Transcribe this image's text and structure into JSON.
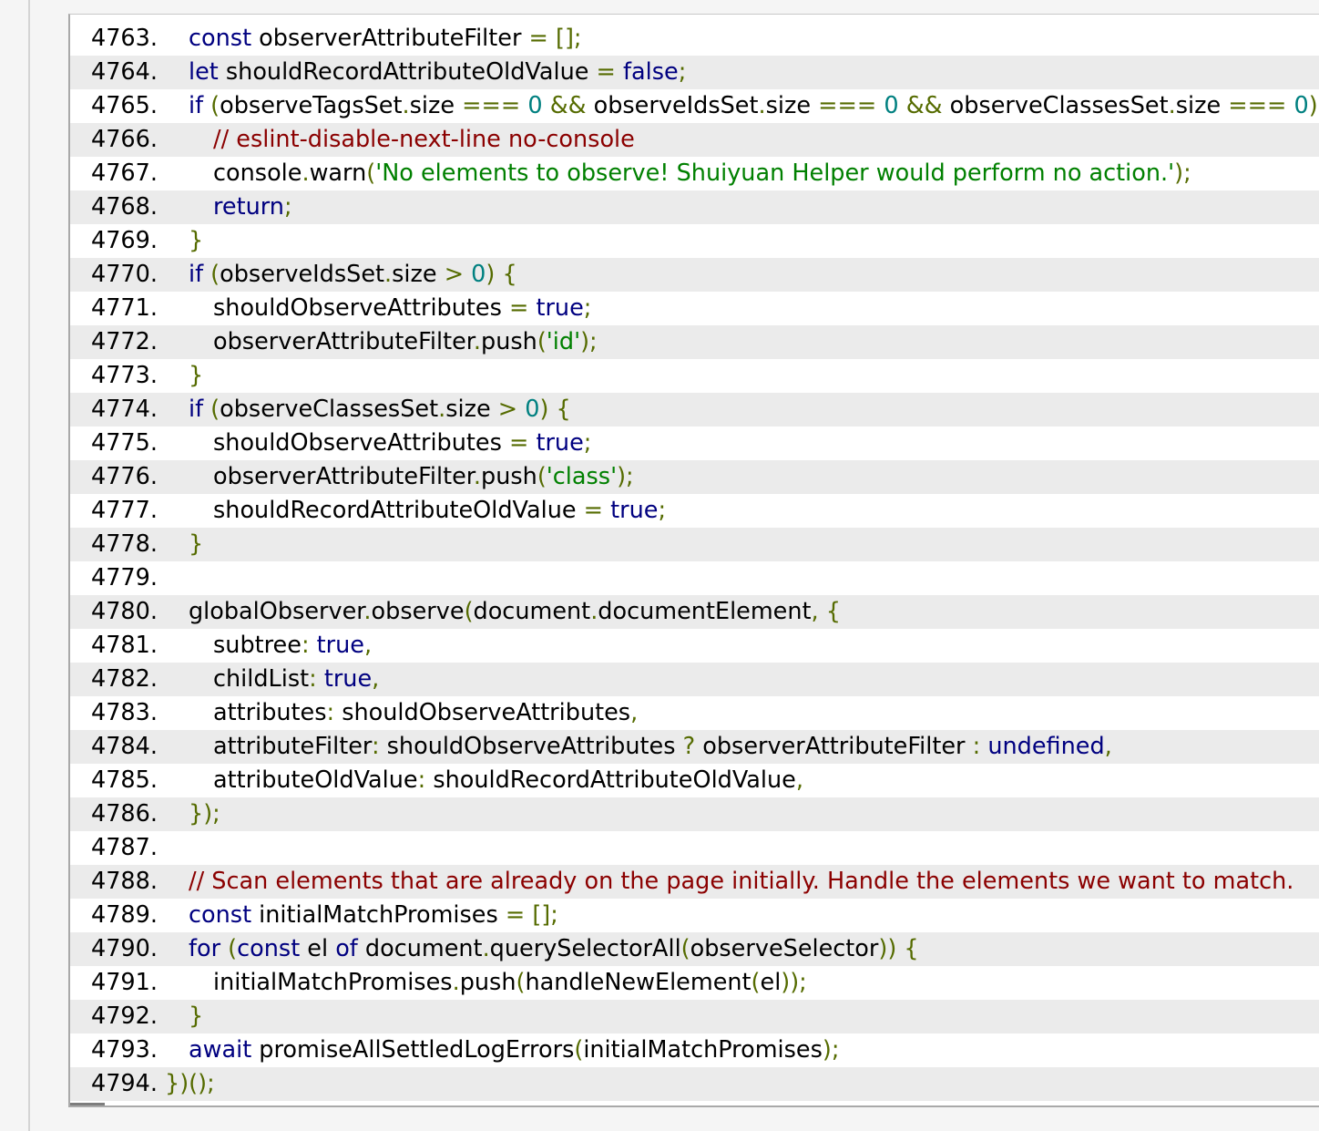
{
  "colors": {
    "keyword": "#000080",
    "punctuation": "#556b00",
    "number": "#008080",
    "string": "#008000",
    "comment": "#8b0000",
    "alt_row": "#ebebeb"
  },
  "code_lines": [
    {
      "n": "4763.",
      "indent": 1,
      "tokens": [
        [
          "kw",
          "const"
        ],
        [
          "t",
          " observerAttributeFilter "
        ],
        [
          "pn",
          "= [];"
        ]
      ]
    },
    {
      "n": "4764.",
      "indent": 1,
      "tokens": [
        [
          "kw",
          "let"
        ],
        [
          "t",
          " shouldRecordAttributeOldValue "
        ],
        [
          "pn",
          "= "
        ],
        [
          "kw",
          "false"
        ],
        [
          "pn",
          ";"
        ]
      ]
    },
    {
      "n": "4765.",
      "indent": 1,
      "tokens": [
        [
          "kw",
          "if"
        ],
        [
          "t",
          " "
        ],
        [
          "pn",
          "("
        ],
        [
          "t",
          "observeTagsSet"
        ],
        [
          "pn",
          "."
        ],
        [
          "t",
          "size "
        ],
        [
          "pn",
          "=== "
        ],
        [
          "num",
          "0"
        ],
        [
          "t",
          " "
        ],
        [
          "pn",
          "&&"
        ],
        [
          "t",
          " observeIdsSet"
        ],
        [
          "pn",
          "."
        ],
        [
          "t",
          "size "
        ],
        [
          "pn",
          "=== "
        ],
        [
          "num",
          "0"
        ],
        [
          "t",
          " "
        ],
        [
          "pn",
          "&&"
        ],
        [
          "t",
          " observeClassesSet"
        ],
        [
          "pn",
          "."
        ],
        [
          "t",
          "size "
        ],
        [
          "pn",
          "=== "
        ],
        [
          "num",
          "0"
        ],
        [
          "pn",
          ") {"
        ]
      ]
    },
    {
      "n": "4766.",
      "indent": 2,
      "tokens": [
        [
          "cm",
          "// eslint-disable-next-line no-console"
        ]
      ]
    },
    {
      "n": "4767.",
      "indent": 2,
      "tokens": [
        [
          "t",
          "console"
        ],
        [
          "pn",
          "."
        ],
        [
          "t",
          "warn"
        ],
        [
          "pn",
          "("
        ],
        [
          "str",
          "'No elements to observe! Shuiyuan Helper would perform no action.'"
        ],
        [
          "pn",
          ");"
        ]
      ]
    },
    {
      "n": "4768.",
      "indent": 2,
      "tokens": [
        [
          "kw",
          "return"
        ],
        [
          "pn",
          ";"
        ]
      ]
    },
    {
      "n": "4769.",
      "indent": 1,
      "tokens": [
        [
          "pn",
          "}"
        ]
      ]
    },
    {
      "n": "4770.",
      "indent": 1,
      "tokens": [
        [
          "kw",
          "if"
        ],
        [
          "t",
          " "
        ],
        [
          "pn",
          "("
        ],
        [
          "t",
          "observeIdsSet"
        ],
        [
          "pn",
          "."
        ],
        [
          "t",
          "size "
        ],
        [
          "pn",
          "> "
        ],
        [
          "num",
          "0"
        ],
        [
          "pn",
          ") {"
        ]
      ]
    },
    {
      "n": "4771.",
      "indent": 2,
      "tokens": [
        [
          "t",
          "shouldObserveAttributes "
        ],
        [
          "pn",
          "= "
        ],
        [
          "kw",
          "true"
        ],
        [
          "pn",
          ";"
        ]
      ]
    },
    {
      "n": "4772.",
      "indent": 2,
      "tokens": [
        [
          "t",
          "observerAttributeFilter"
        ],
        [
          "pn",
          "."
        ],
        [
          "t",
          "push"
        ],
        [
          "pn",
          "("
        ],
        [
          "str",
          "'id'"
        ],
        [
          "pn",
          ");"
        ]
      ]
    },
    {
      "n": "4773.",
      "indent": 1,
      "tokens": [
        [
          "pn",
          "}"
        ]
      ]
    },
    {
      "n": "4774.",
      "indent": 1,
      "tokens": [
        [
          "kw",
          "if"
        ],
        [
          "t",
          " "
        ],
        [
          "pn",
          "("
        ],
        [
          "t",
          "observeClassesSet"
        ],
        [
          "pn",
          "."
        ],
        [
          "t",
          "size "
        ],
        [
          "pn",
          "> "
        ],
        [
          "num",
          "0"
        ],
        [
          "pn",
          ") {"
        ]
      ]
    },
    {
      "n": "4775.",
      "indent": 2,
      "tokens": [
        [
          "t",
          "shouldObserveAttributes "
        ],
        [
          "pn",
          "= "
        ],
        [
          "kw",
          "true"
        ],
        [
          "pn",
          ";"
        ]
      ]
    },
    {
      "n": "4776.",
      "indent": 2,
      "tokens": [
        [
          "t",
          "observerAttributeFilter"
        ],
        [
          "pn",
          "."
        ],
        [
          "t",
          "push"
        ],
        [
          "pn",
          "("
        ],
        [
          "str",
          "'class'"
        ],
        [
          "pn",
          ");"
        ]
      ]
    },
    {
      "n": "4777.",
      "indent": 2,
      "tokens": [
        [
          "t",
          "shouldRecordAttributeOldValue "
        ],
        [
          "pn",
          "= "
        ],
        [
          "kw",
          "true"
        ],
        [
          "pn",
          ";"
        ]
      ]
    },
    {
      "n": "4778.",
      "indent": 1,
      "tokens": [
        [
          "pn",
          "}"
        ]
      ]
    },
    {
      "n": "4779.",
      "indent": 0,
      "tokens": []
    },
    {
      "n": "4780.",
      "indent": 1,
      "tokens": [
        [
          "t",
          "globalObserver"
        ],
        [
          "pn",
          "."
        ],
        [
          "t",
          "observe"
        ],
        [
          "pn",
          "("
        ],
        [
          "t",
          "document"
        ],
        [
          "pn",
          "."
        ],
        [
          "t",
          "documentElement"
        ],
        [
          "pn",
          ", {"
        ]
      ]
    },
    {
      "n": "4781.",
      "indent": 2,
      "tokens": [
        [
          "t",
          "subtree"
        ],
        [
          "pn",
          ": "
        ],
        [
          "kw",
          "true"
        ],
        [
          "pn",
          ","
        ]
      ]
    },
    {
      "n": "4782.",
      "indent": 2,
      "tokens": [
        [
          "t",
          "childList"
        ],
        [
          "pn",
          ": "
        ],
        [
          "kw",
          "true"
        ],
        [
          "pn",
          ","
        ]
      ]
    },
    {
      "n": "4783.",
      "indent": 2,
      "tokens": [
        [
          "t",
          "attributes"
        ],
        [
          "pn",
          ": "
        ],
        [
          "t",
          "shouldObserveAttributes"
        ],
        [
          "pn",
          ","
        ]
      ]
    },
    {
      "n": "4784.",
      "indent": 2,
      "tokens": [
        [
          "t",
          "attributeFilter"
        ],
        [
          "pn",
          ": "
        ],
        [
          "t",
          "shouldObserveAttributes "
        ],
        [
          "pn",
          "? "
        ],
        [
          "t",
          "observerAttributeFilter "
        ],
        [
          "pn",
          ": "
        ],
        [
          "kw",
          "undefined"
        ],
        [
          "pn",
          ","
        ]
      ]
    },
    {
      "n": "4785.",
      "indent": 2,
      "tokens": [
        [
          "t",
          "attributeOldValue"
        ],
        [
          "pn",
          ": "
        ],
        [
          "t",
          "shouldRecordAttributeOldValue"
        ],
        [
          "pn",
          ","
        ]
      ]
    },
    {
      "n": "4786.",
      "indent": 1,
      "tokens": [
        [
          "pn",
          "});"
        ]
      ]
    },
    {
      "n": "4787.",
      "indent": 0,
      "tokens": []
    },
    {
      "n": "4788.",
      "indent": 1,
      "tokens": [
        [
          "cm",
          "// Scan elements that are already on the page initially. Handle the elements we want to match."
        ]
      ]
    },
    {
      "n": "4789.",
      "indent": 1,
      "tokens": [
        [
          "kw",
          "const"
        ],
        [
          "t",
          " initialMatchPromises "
        ],
        [
          "pn",
          "= [];"
        ]
      ]
    },
    {
      "n": "4790.",
      "indent": 1,
      "tokens": [
        [
          "kw",
          "for"
        ],
        [
          "t",
          " "
        ],
        [
          "pn",
          "("
        ],
        [
          "kw",
          "const"
        ],
        [
          "t",
          " el "
        ],
        [
          "kw",
          "of"
        ],
        [
          "t",
          " document"
        ],
        [
          "pn",
          "."
        ],
        [
          "t",
          "querySelectorAll"
        ],
        [
          "pn",
          "("
        ],
        [
          "t",
          "observeSelector"
        ],
        [
          "pn",
          ")) {"
        ]
      ]
    },
    {
      "n": "4791.",
      "indent": 2,
      "tokens": [
        [
          "t",
          "initialMatchPromises"
        ],
        [
          "pn",
          "."
        ],
        [
          "t",
          "push"
        ],
        [
          "pn",
          "("
        ],
        [
          "t",
          "handleNewElement"
        ],
        [
          "pn",
          "("
        ],
        [
          "t",
          "el"
        ],
        [
          "pn",
          "));"
        ]
      ]
    },
    {
      "n": "4792.",
      "indent": 1,
      "tokens": [
        [
          "pn",
          "}"
        ]
      ]
    },
    {
      "n": "4793.",
      "indent": 1,
      "tokens": [
        [
          "kw",
          "await"
        ],
        [
          "t",
          " promiseAllSettledLogErrors"
        ],
        [
          "pn",
          "("
        ],
        [
          "t",
          "initialMatchPromises"
        ],
        [
          "pn",
          ");"
        ]
      ]
    },
    {
      "n": "4794.",
      "indent": 0,
      "tokens": [
        [
          "pn",
          "})();"
        ]
      ]
    }
  ]
}
